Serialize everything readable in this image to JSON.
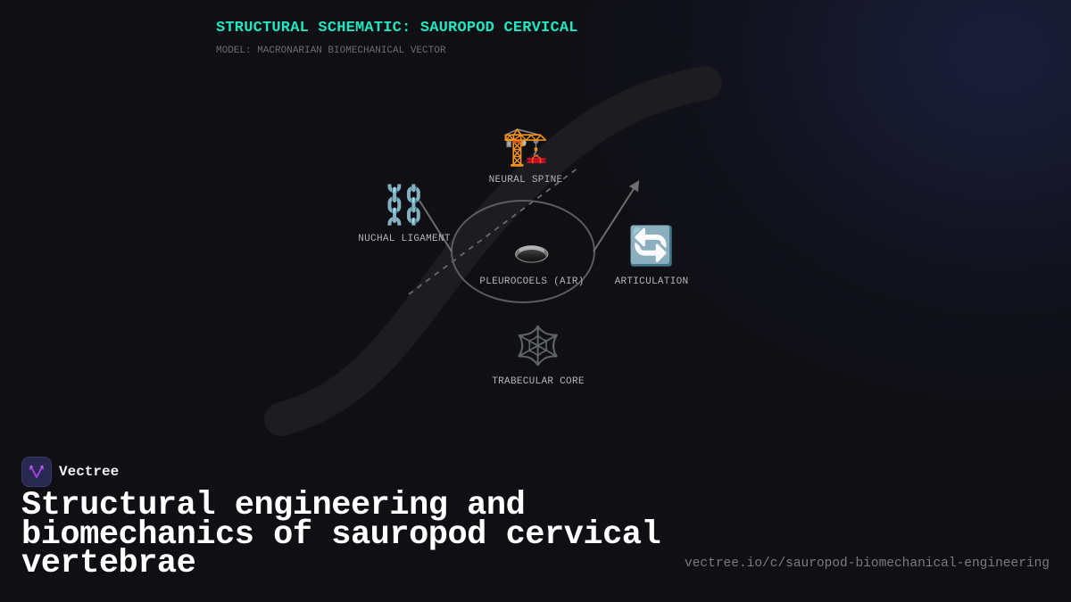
{
  "schematic": {
    "title": "STRUCTURAL SCHEMATIC: SAUROPOD CERVICAL",
    "subtitle": "MODEL: MACRONARIAN BIOMECHANICAL VECTOR",
    "title_color": "#22e6c0"
  },
  "nodes": [
    {
      "id": "neural-spine",
      "icon": "construction-crane",
      "glyph": "🏗️",
      "label": "NEURAL SPINE"
    },
    {
      "id": "nuchal-ligament",
      "icon": "chains",
      "glyph": "⛓️",
      "label": "NUCHAL LIGAMENT"
    },
    {
      "id": "pleurocoels",
      "icon": "hole",
      "glyph": "🕳️",
      "label": "PLEUROCOELS (AIR)"
    },
    {
      "id": "articulation",
      "icon": "repeat-arrows",
      "glyph": "🔄",
      "label": "ARTICULATION"
    },
    {
      "id": "trabecular-core",
      "icon": "spider-web",
      "glyph": "🕸️",
      "label": "TRABECULAR CORE"
    }
  ],
  "brand": {
    "name": "Vectree",
    "accent": "#a040e0"
  },
  "headline": "Structural engineering and biomechanics of sauropod cervical vertebrae",
  "url": "vectree.io/c/sauropod-biomechanical-engineering"
}
